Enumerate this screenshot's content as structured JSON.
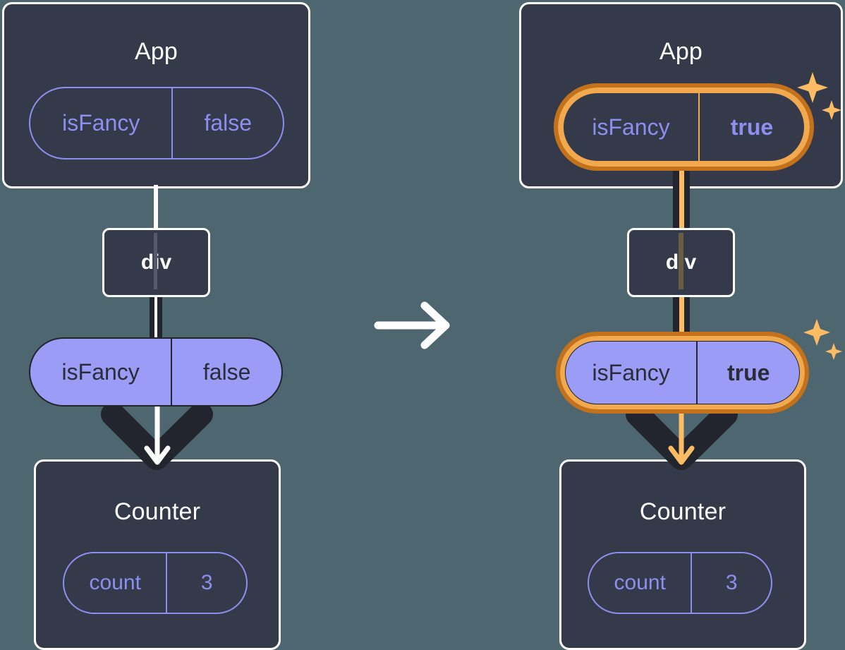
{
  "diagram": {
    "title": "React state update propagation: isFancy false to true",
    "background_color": "#4d6670",
    "panel_color": "#343a4a",
    "accent_indigo": "#8d8ff0",
    "pill_fill": "#9a9cf5",
    "highlight_orange_light": "#f2a94e",
    "highlight_orange_dark": "#c4711b",
    "line_dark": "#22242e",
    "line_white": "#ffffff"
  },
  "left": {
    "app": {
      "title": "App",
      "pill": {
        "key": "isFancy",
        "value": "false",
        "highlighted": false,
        "bold_value": false
      }
    },
    "div_node": {
      "label": "div"
    },
    "prop_pill": {
      "key": "isFancy",
      "value": "false",
      "highlighted": false,
      "bold_value": false
    },
    "counter": {
      "title": "Counter",
      "pill": {
        "key": "count",
        "value": "3",
        "highlighted": false,
        "bold_value": false
      }
    }
  },
  "right": {
    "app": {
      "title": "App",
      "pill": {
        "key": "isFancy",
        "value": "true",
        "highlighted": true,
        "bold_value": true
      }
    },
    "div_node": {
      "label": "div"
    },
    "prop_pill": {
      "key": "isFancy",
      "value": "true",
      "highlighted": true,
      "bold_value": true
    },
    "counter": {
      "title": "Counter",
      "pill": {
        "key": "count",
        "value": "3",
        "highlighted": false,
        "bold_value": false
      }
    }
  },
  "transition": {
    "icon": "arrow-right-icon",
    "color": "#ffffff"
  },
  "sparkle_icon": "sparkles-icon"
}
